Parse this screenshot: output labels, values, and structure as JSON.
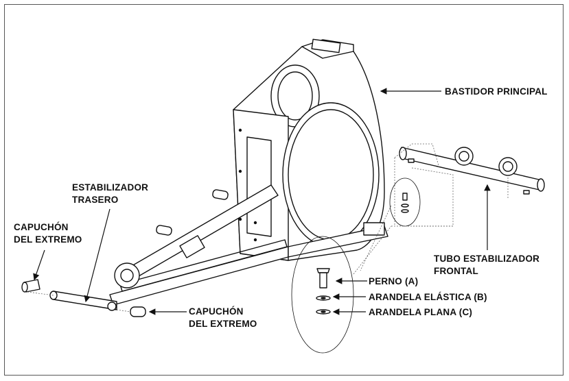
{
  "labels": {
    "main_frame": "BASTIDOR PRINCIPAL",
    "rear_stabilizer_line1": "ESTABILIZADOR",
    "rear_stabilizer_line2": "TRASERO",
    "end_cap_left_line1": "CAPUCHÓN",
    "end_cap_left_line2": "DEL EXTREMO",
    "end_cap_bottom_line1": "CAPUCHÓN",
    "end_cap_bottom_line2": "DEL EXTREMO",
    "front_stabilizer_line1": "TUBO ESTABILIZADOR",
    "front_stabilizer_line2": "FRONTAL",
    "bolt": "PERNO (A)",
    "lock_washer": "ARANDELA ELÁSTICA (B)",
    "flat_washer": "ARANDELA PLANA (C)"
  },
  "colors": {
    "line": "#111111",
    "frame_border": "#555555"
  }
}
